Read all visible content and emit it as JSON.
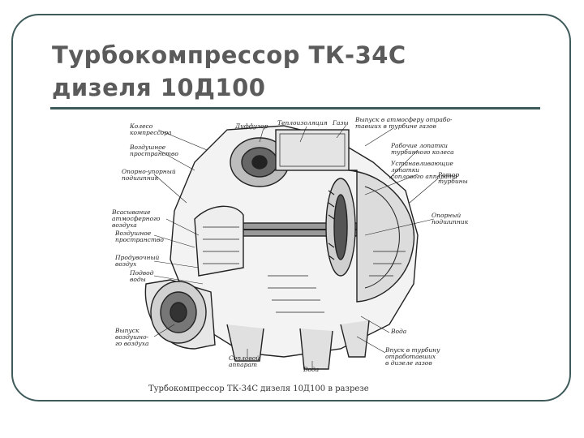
{
  "slide": {
    "title_line1": "Турбокомпрессор ТК-34С",
    "title_line2": "дизеля 10Д100"
  },
  "figure": {
    "caption": "Турбокомпрессор ТК-34С дизеля 10Д100 в разрезе",
    "labels": {
      "kolesa_kompressora": "Колесо\nкомпрессора",
      "diffuzor": "Диффузор",
      "teploizolyatsiya": "Теплоизоляция",
      "gazy": "Газы",
      "vypusk_v_atmosferu": "Выпуск в атмосферу отрабо-\nтавших в турбине газов",
      "vozdushnoe_prostranstvo": "Воздушное\nпространство",
      "rabochie_lopatki": "Рабочие лопатки\nтурбинного колеса",
      "ustanavlivayushchie_lopatki": "Устанавливающие лопатки\nсоплового аппарата",
      "rotor_turbiny": "Ротор\nтурбины",
      "opornyi_podshipnik_left": "Опорно-упорный\nподшипник",
      "vsasyvanie_vozdukha": "Всасывание\nатмосферного\nвоздуха",
      "opornyi_podshipnik_right": "Опорный\nподшипник",
      "vozdushnoe_prostranstvo_2": "Воздушное\nпространство",
      "prodyvochnyi_vozdukh": "Продувочный\nвоздух",
      "podacha_vody": "Подвод\nводы",
      "vykhod_vozdukha": "Выпуск\nвоздушно-\nго воздуха",
      "soplovoi_apparat": "Сопловой\nаппарат",
      "voda": "Вода",
      "voda_2": "Вода",
      "vpusk_v_turbinu": "Впуск в турбину\nотработавших\nв дизеле газов"
    }
  }
}
